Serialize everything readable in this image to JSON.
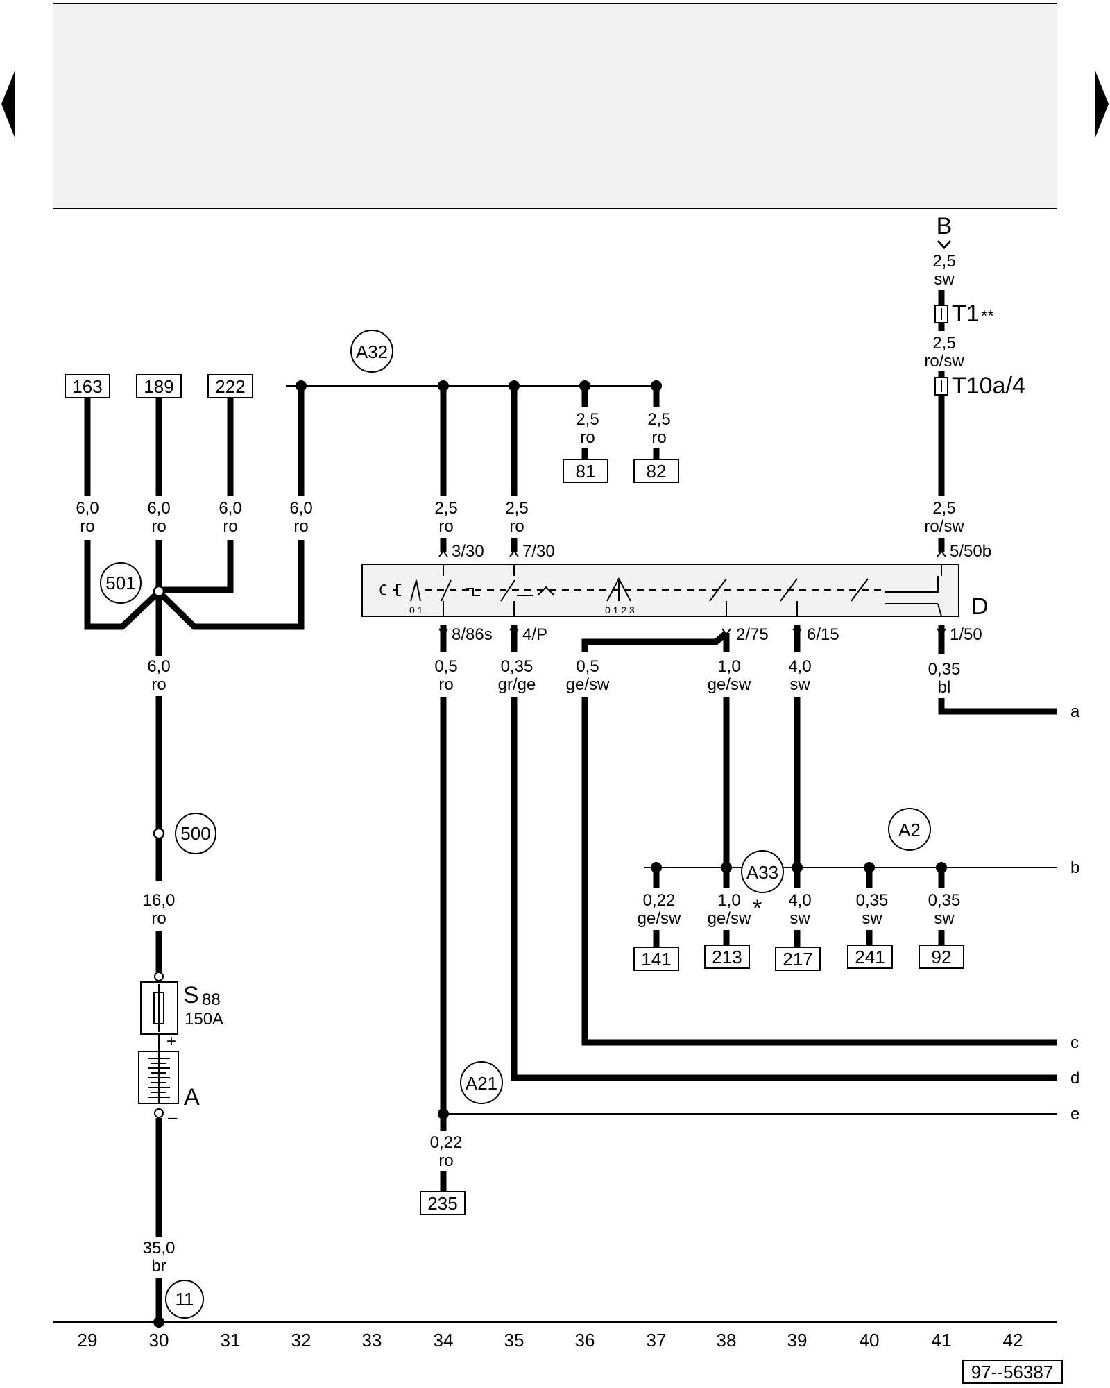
{
  "header_bar": {
    "fill": "#f2f2f2"
  },
  "points": {
    "B": "B",
    "T1": "T1",
    "T1_marker": "**",
    "T10a4": "T10a/4",
    "D": "D",
    "S": "S",
    "S_num": "88",
    "S_amp": "150A",
    "A": "A",
    "plus": "+",
    "minus": "–",
    "star": "*"
  },
  "circles": {
    "a32": "A32",
    "a33": "A33",
    "a2": "A2",
    "a21": "A21",
    "n501": "501",
    "n500": "500",
    "n11": "11"
  },
  "refs": {
    "r163": "163",
    "r189": "189",
    "r222": "222",
    "r81": "81",
    "r82": "82",
    "r141": "141",
    "r213": "213",
    "r217": "217",
    "r241": "241",
    "r92": "92",
    "r235": "235"
  },
  "wires": {
    "w163": {
      "size": "6,0",
      "color": "ro"
    },
    "w189": {
      "size": "6,0",
      "color": "ro"
    },
    "w222": {
      "size": "6,0",
      "color": "ro"
    },
    "w32": {
      "size": "6,0",
      "color": "ro"
    },
    "w81": {
      "size": "2,5",
      "color": "ro"
    },
    "w82": {
      "size": "2,5",
      "color": "ro"
    },
    "w34top": {
      "size": "2,5",
      "color": "ro"
    },
    "w35top": {
      "size": "2,5",
      "color": "ro"
    },
    "wB": {
      "size": "2,5",
      "color": "sw"
    },
    "wT1": {
      "size": "2,5",
      "color": "ro/sw"
    },
    "w41top": {
      "size": "2,5",
      "color": "ro/sw"
    },
    "w30mid": {
      "size": "6,0",
      "color": "ro"
    },
    "w34bot": {
      "size": "0,5",
      "color": "ro"
    },
    "w35bot": {
      "size": "0,35",
      "color": "gr/ge"
    },
    "w36bot": {
      "size": "0,5",
      "color": "ge/sw"
    },
    "w38bot": {
      "size": "1,0",
      "color": "ge/sw"
    },
    "w39bot": {
      "size": "4,0",
      "color": "sw"
    },
    "w41bot": {
      "size": "0,35",
      "color": "bl"
    },
    "w30b": {
      "size": "16,0",
      "color": "ro"
    },
    "w141": {
      "size": "0,22",
      "color": "ge/sw"
    },
    "w213": {
      "size": "1,0",
      "color": "ge/sw"
    },
    "w217": {
      "size": "4,0",
      "color": "sw"
    },
    "w241": {
      "size": "0,35",
      "color": "sw"
    },
    "w92": {
      "size": "0,35",
      "color": "sw"
    },
    "w235": {
      "size": "0,22",
      "color": "ro"
    },
    "w30c": {
      "size": "35,0",
      "color": "br"
    }
  },
  "pins": {
    "p330": "3/30",
    "p730": "7/30",
    "p550b": "5/50b",
    "p886s": "8/86s",
    "p4P": "4/P",
    "p275": "2/75",
    "p615": "6/15",
    "p150": "1/50"
  },
  "switch_positions": {
    "a": "0 1",
    "b": "0 1 2 3"
  },
  "edge_labels": {
    "a": "a",
    "b": "b",
    "c": "c",
    "d": "d",
    "e": "e"
  },
  "columns": [
    "29",
    "30",
    "31",
    "32",
    "33",
    "34",
    "35",
    "36",
    "37",
    "38",
    "39",
    "40",
    "41",
    "42"
  ],
  "figure_id": "97--56387"
}
